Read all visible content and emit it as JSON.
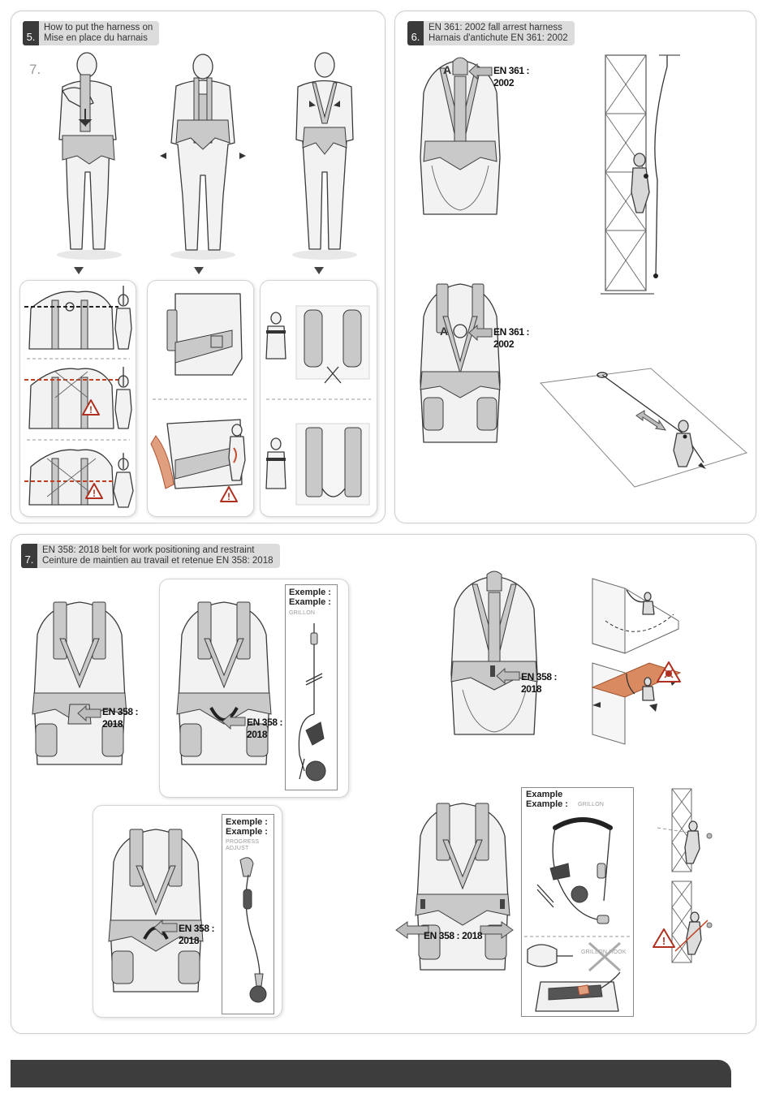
{
  "step_label": "7.",
  "section5": {
    "number": "5.",
    "title_en": "How to put the harness on",
    "title_fr": "Mise en place du harnais"
  },
  "section6": {
    "number": "6.",
    "title_en": "EN 361: 2002 fall arrest harness",
    "title_fr": "Harnais d'antichute EN 361: 2002",
    "label_a": "A",
    "label_a2": "A",
    "caption1_l1": "EN 361 :",
    "caption1_l2": "2002",
    "caption2_l1": "EN 361 :",
    "caption2_l2": "2002"
  },
  "section7": {
    "number": "7.",
    "title_en": "EN 358: 2018 belt for work positioning and restraint",
    "title_fr": "Ceinture de maintien au travail et retenue EN 358: 2018",
    "cap_a_l1": "EN 358 :",
    "cap_a_l2": "2018",
    "cap_b_l1": "EN 358 :",
    "cap_b_l2": "2018",
    "cap_c_l1": "EN 358 :",
    "cap_c_l2": "2018",
    "cap_d_l1": "EN 358 :",
    "cap_d_l2": "2018",
    "cap_e": "EN 358 : 2018",
    "ex_grillon_1": {
      "l1": "Exemple :",
      "l2": "Example :",
      "product": "GRILLON"
    },
    "ex_progress": {
      "l1": "Exemple :",
      "l2": "Example :",
      "product": "PROGRESS ADJUST"
    },
    "ex_grillon_2": {
      "l1": "Example",
      "l2": "Example :",
      "product": "GRILLON",
      "product2": "GRILLON HOOK"
    }
  },
  "warning_symbol": "!",
  "colors": {
    "header_num_bg": "#3a3a3a",
    "header_title_bg": "#dcdcdc",
    "warning": "#b03020",
    "accent_orange": "#e0a080",
    "footer": "#3d3d3d"
  }
}
